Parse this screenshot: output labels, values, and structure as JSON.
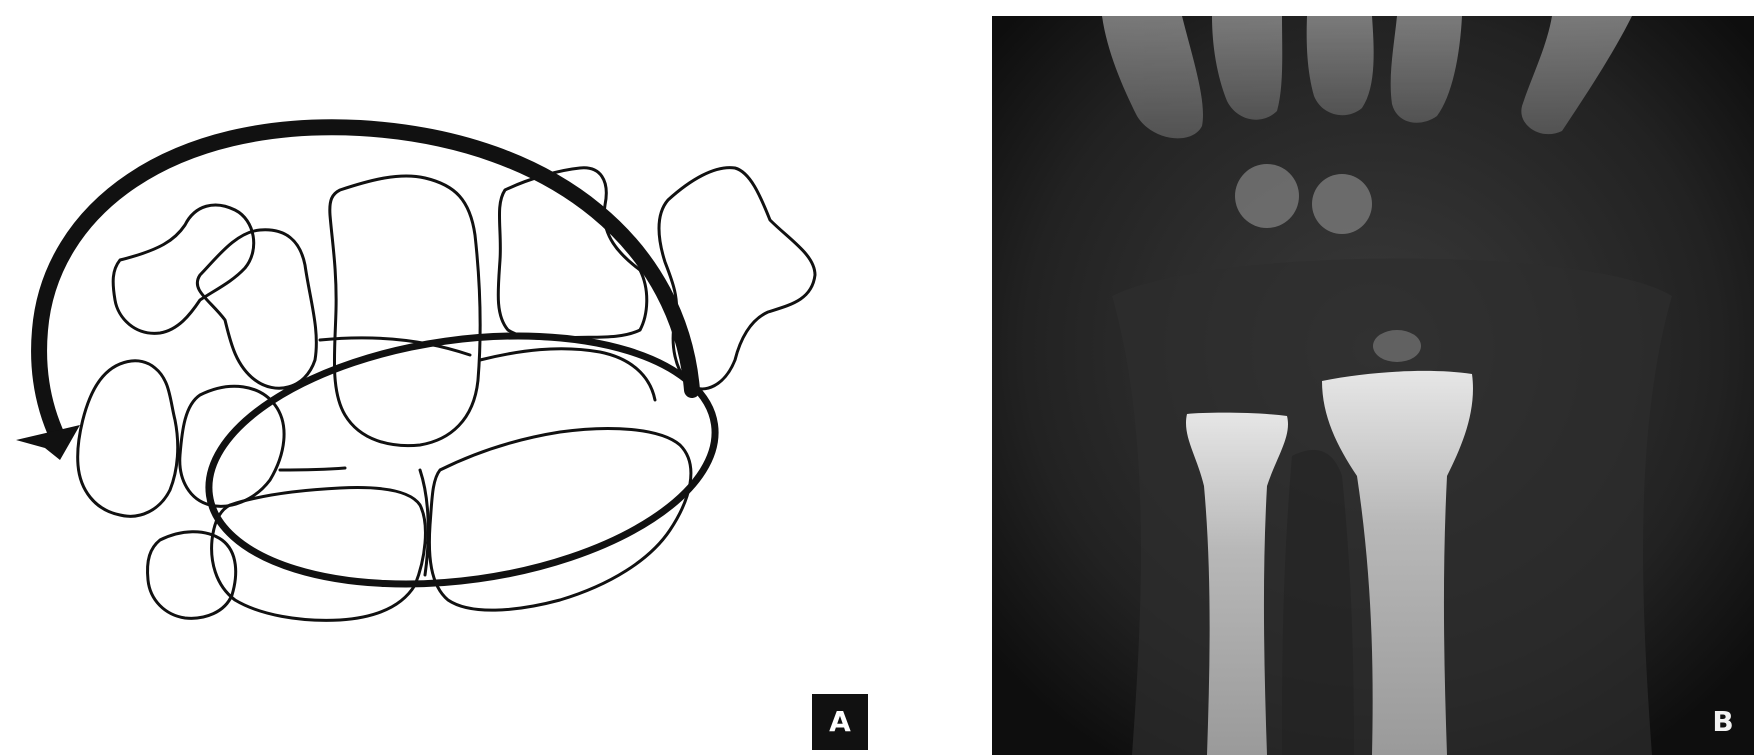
{
  "panels": [
    {
      "label": "A",
      "content": "carpal-bones-ossification-diagram"
    },
    {
      "label": "B",
      "content": "wrist-radiograph"
    }
  ],
  "colors": {
    "line": "#111111",
    "xray_background": "#1b1b1b",
    "bone": "#bdbdbd"
  }
}
